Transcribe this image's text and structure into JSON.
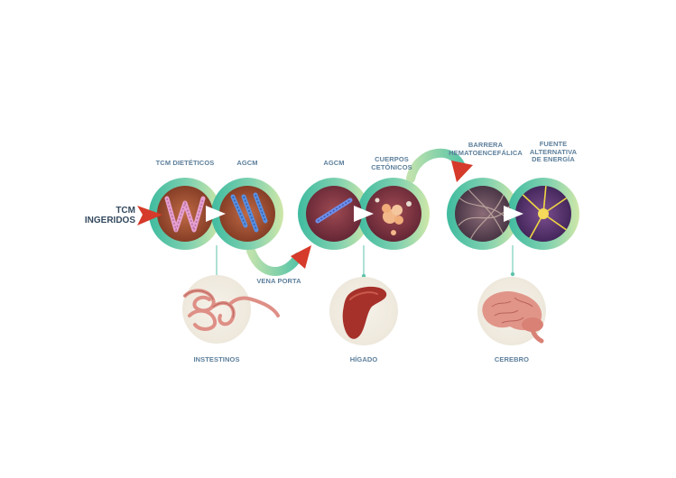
{
  "labels": {
    "tcm_ingeridos_1": "TCM",
    "tcm_ingeridos_2": "INGERIDOS",
    "tcm_dieteticos": "TCM DIETÉTICOS",
    "agcm_1": "AGCM",
    "agcm_2": "AGCM",
    "cuerpos_1": "CUERPOS",
    "cuerpos_2": "CETÓNICOS",
    "barrera_1": "BARRERA",
    "barrera_2": "HEMATOENCEFÁLICA",
    "fuente_1": "FUENTE",
    "fuente_2": "ALTERNATIVA",
    "fuente_3": "DE ENERGÍA",
    "vena_porta": "VENA PORTA",
    "instestinos": "INSTESTINOS",
    "higado": "HÍGADO",
    "cerebro": "CEREBRO"
  },
  "colors": {
    "ring_teal": "#4fc2a7",
    "ring_green": "#c6e3a4",
    "arrow_red": "#d63a2a",
    "label_text": "#5d7f9b",
    "organ_pink": "#de8f86",
    "liver_red": "#a6312b"
  },
  "icons": {
    "arrow": "white-arrow-icon",
    "input_arrow": "red-arrow-icon"
  }
}
